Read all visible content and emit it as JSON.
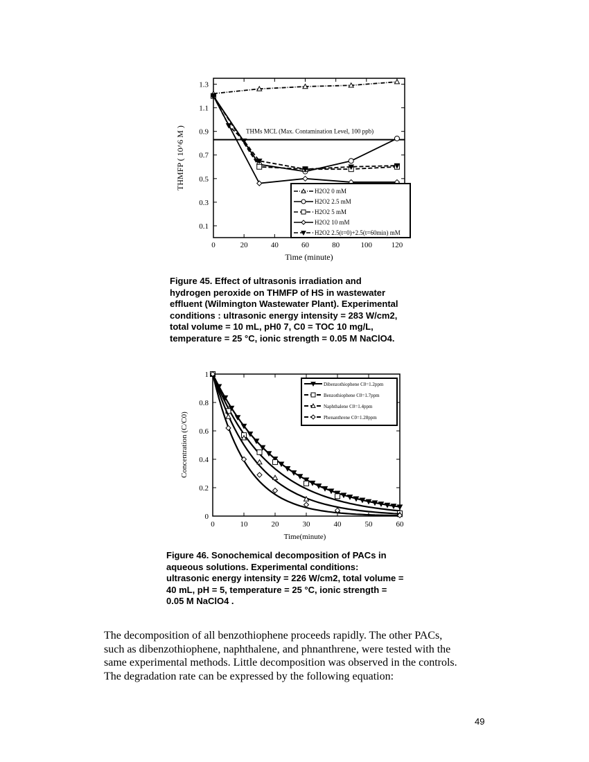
{
  "figure45": {
    "chart_data": {
      "type": "line",
      "ylabel": "THMFP ( 10^6 M )",
      "xlabel": "Time (minute)",
      "xlim": [
        0,
        125
      ],
      "ylim": [
        0,
        1.35
      ],
      "x_ticks": [
        0,
        20,
        40,
        60,
        80,
        100,
        120
      ],
      "y_ticks": [
        0.1,
        0.3,
        0.5,
        0.7,
        0.9,
        1.1,
        1.3
      ],
      "annotation": "THMs MCL  (Max.  Contamination Level,  100 ppb)",
      "mcl_value": 0.83,
      "legend_position": "bottom-right",
      "series": [
        {
          "name": "H2O2 0 mM",
          "marker": "triangle",
          "line": "dash-dot",
          "x": [
            0,
            30,
            60,
            90,
            120
          ],
          "y": [
            1.22,
            1.26,
            1.28,
            1.29,
            1.32
          ]
        },
        {
          "name": "H2O2 2.5 mM",
          "marker": "circle",
          "line": "solid",
          "x": [
            0,
            30,
            60,
            90,
            120
          ],
          "y": [
            1.2,
            0.62,
            0.56,
            0.65,
            0.84
          ]
        },
        {
          "name": "H2O2 5 mM",
          "marker": "square",
          "line": "dashed",
          "x": [
            0,
            30,
            60,
            90,
            120
          ],
          "y": [
            1.2,
            0.6,
            0.58,
            0.58,
            0.6
          ]
        },
        {
          "name": "H2O2 10 mM",
          "marker": "diamond",
          "line": "solid",
          "x": [
            0,
            30,
            60,
            90,
            120
          ],
          "y": [
            1.2,
            0.46,
            0.5,
            0.47,
            0.47
          ]
        },
        {
          "name": "H2O2 2.5(t=0)+2.5(t=60min) mM",
          "marker": "down-triangle",
          "line": "dashed",
          "x": [
            0,
            10,
            20,
            30,
            60,
            90,
            120
          ],
          "y": [
            1.2,
            0.95,
            0.82,
            0.65,
            0.58,
            0.6,
            0.61
          ]
        }
      ]
    },
    "legend_labels": [
      "H2O2 0 mM",
      "H2O2 2.5 mM",
      "H2O2 5 mM",
      "H2O2 10 mM",
      "H2O2 2.5(t=0)+2.5(t=60min) mM"
    ],
    "caption_lines": [
      "Figure 45.  Effect of ultrasonis irradiation and",
      "hydrogen peroxide on THMFP of HS in wastewater",
      "effluent (Wilmington Wastewater Plant).  Experimental",
      "conditions :  ultrasonic energy intensity = 283 W/cm2,",
      "total volume = 10 mL, pH0 7, C0 = TOC 10 mg/L,",
      "temperature = 25 °C, ionic strength = 0.05 M NaClO4."
    ]
  },
  "figure46": {
    "chart_data": {
      "type": "scatter",
      "ylabel": "Concentration (C/C0)",
      "xlabel": "Time(minute)",
      "xlim": [
        0,
        60
      ],
      "ylim": [
        0,
        1
      ],
      "x_ticks": [
        0,
        10,
        20,
        30,
        40,
        50,
        60
      ],
      "y_ticks": [
        0,
        0.2,
        0.4,
        0.6,
        0.8,
        1
      ],
      "legend_position": "top-right",
      "series": [
        {
          "name": "Dibenzothiophene C0=1.2ppm",
          "marker": "down-triangle-filled",
          "k": 0.0455,
          "x": [
            0,
            2,
            4,
            6,
            8,
            10,
            12,
            14,
            16,
            18,
            20,
            22,
            24,
            26,
            28,
            30,
            32,
            34,
            36,
            38,
            40,
            42,
            44,
            46,
            48,
            50,
            52,
            54,
            56,
            58,
            60
          ],
          "y": [
            1.0,
            0.913,
            0.834,
            0.761,
            0.695,
            0.634,
            0.579,
            0.529,
            0.483,
            0.441,
            0.403,
            0.367,
            0.335,
            0.306,
            0.28,
            0.255,
            0.233,
            0.213,
            0.194,
            0.177,
            0.162,
            0.148,
            0.135,
            0.123,
            0.113,
            0.103,
            0.094,
            0.086,
            0.078,
            0.071,
            0.065
          ]
        },
        {
          "name": "Benzothiophene C0=1.7ppm",
          "marker": "square",
          "k": 0.055,
          "x": [
            0,
            5,
            10,
            15,
            20,
            30,
            40,
            60
          ],
          "y": [
            1.0,
            0.74,
            0.57,
            0.45,
            0.38,
            0.23,
            0.14,
            0.02
          ]
        },
        {
          "name": "Naphthalene C0=1.4ppm",
          "marker": "triangle",
          "k": 0.069,
          "x": [
            0,
            5,
            10,
            15,
            20,
            30,
            40,
            60
          ],
          "y": [
            1.0,
            0.7,
            0.55,
            0.38,
            0.27,
            0.12,
            0.04,
            0.01
          ]
        },
        {
          "name": "Phenanthrene C0=1.28ppm",
          "marker": "diamond",
          "k": 0.094,
          "x": [
            0,
            5,
            10,
            15,
            20,
            30,
            40,
            60
          ],
          "y": [
            1.0,
            0.62,
            0.4,
            0.29,
            0.18,
            0.08,
            0.04,
            0.005
          ]
        }
      ]
    },
    "legend_labels": [
      "Dibenzothiophene C0=1.2ppm",
      "Benzothiophene C0=1.7ppm",
      "Naphthalene C0=1.4ppm",
      "Phenanthrene C0=1.28ppm"
    ],
    "caption_lines": [
      "Figure 46.   Sonochemical decomposition of PACs in",
      "aqueous solutions.  Experimental conditions:",
      "ultrasonic energy intensity = 226 W/cm2, total volume =",
      "40 mL, pH = 5, temperature = 25 °C, ionic strength =",
      "0.05 M NaClO4 ."
    ]
  },
  "body_lines": [
    "The decomposition of all benzothiophene proceeds rapidly.  The other PACs,",
    "such as dibenzothiophene, naphthalene, and phnanthrene, were tested with the",
    "same experimental methods.  Little decomposition was observed in the controls.",
    "The degradation rate can be expressed by the following equation:"
  ],
  "page_number": "49"
}
